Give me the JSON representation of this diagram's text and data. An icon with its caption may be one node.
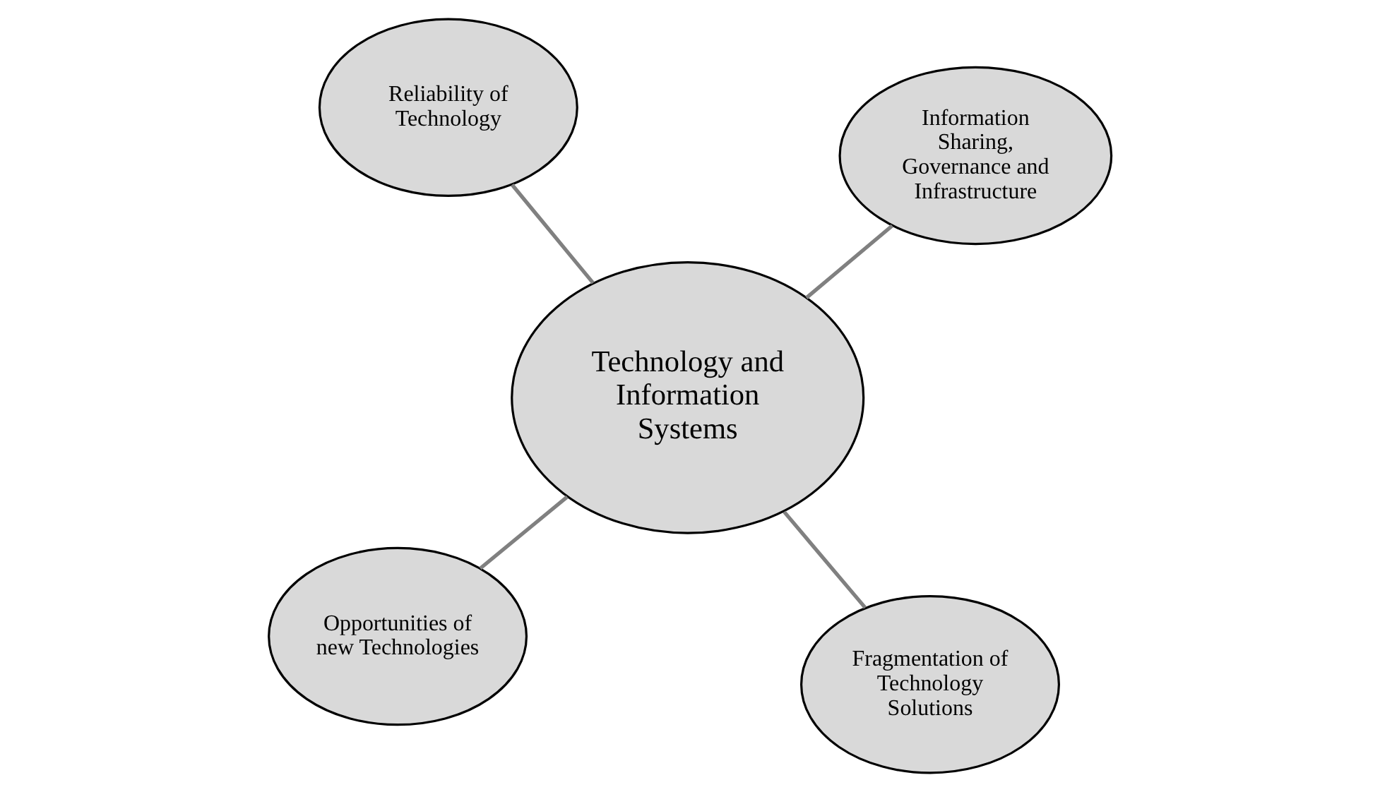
{
  "diagram": {
    "nodes": [
      {
        "text": [
          "Opportunities of new Technologies"
        ]
      },
      {
        "text": [
          "Fragmentation of Technology Solutions"
        ]
      },
      {
        "text": [
          "Technology and Information Systems"
        ]
      },
      {
        "text": [
          "Reliability of Technology"
        ]
      },
      {
        "text": [
          "Information Sharing, Governance and Infrastructure"
        ]
      }
    ],
    "edges": [
      {
        "from": 2,
        "to": 0,
        "arrow": "none"
      },
      {
        "from": 2,
        "to": 1,
        "arrow": "none"
      },
      {
        "from": 2,
        "to": 3,
        "arrow": "none"
      },
      {
        "from": 2,
        "to": 4,
        "arrow": "none"
      }
    ]
  }
}
